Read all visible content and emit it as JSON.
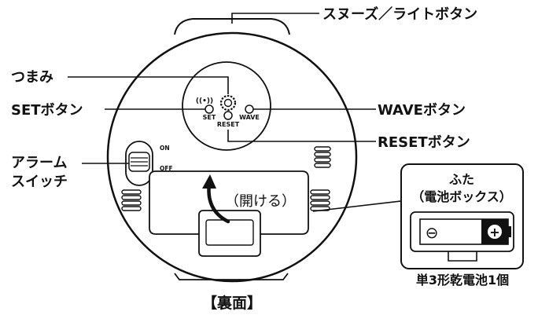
{
  "labels": {
    "snooze": "スヌーズ／ライトボタン",
    "knob": "つまみ",
    "set_button": "SETボタン",
    "wave_button": "WAVEボタン",
    "reset_button": "RESETボタン",
    "alarm_switch_line1": "アラーム",
    "alarm_switch_line2": "スイッチ",
    "lid_line1": "ふた",
    "lid_line2": "（電池ボックス）",
    "battery": "単3形乾電池1個",
    "open_hint": "（開ける）",
    "caption": "【裏面】"
  },
  "device_markings": {
    "set": "SET",
    "wave": "WAVE",
    "reset": "RESET",
    "on": "ON",
    "off": "OFF",
    "wave_symbol": "((•))"
  },
  "battery_symbols": {
    "minus": "⊖",
    "plus": "+"
  }
}
